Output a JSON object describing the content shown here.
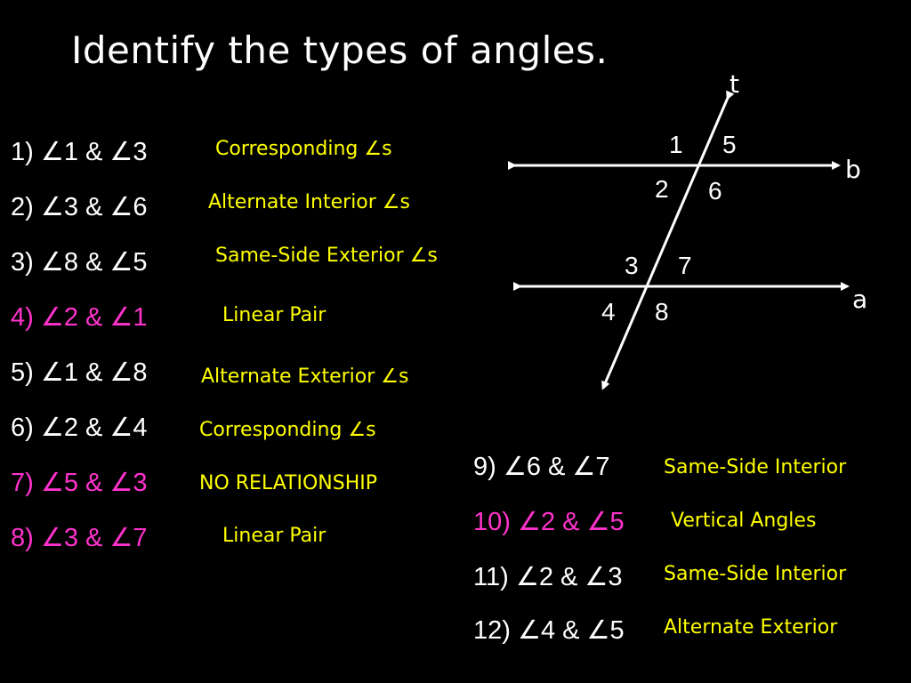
{
  "title": "Identify the types of angles.",
  "colors": {
    "background": "#000000",
    "question_default": "#ffffff",
    "question_highlight": "#ff33cc",
    "answer": "#ffff00"
  },
  "questions": [
    {
      "text": "1)  ∠1 & ∠3",
      "answer": "Corresponding ∠s",
      "highlight": false
    },
    {
      "text": "2)  ∠3 & ∠6",
      "answer": "Alternate Interior ∠s",
      "highlight": false
    },
    {
      "text": "3)  ∠8 & ∠5",
      "answer": "Same-Side Exterior ∠s",
      "highlight": false
    },
    {
      "text": "4)  ∠2 & ∠1",
      "answer": "Linear Pair",
      "highlight": true
    },
    {
      "text": "5)  ∠1 & ∠8",
      "answer": "Alternate Exterior ∠s",
      "highlight": false
    },
    {
      "text": "6)  ∠2 & ∠4",
      "answer": "Corresponding ∠s",
      "highlight": false
    },
    {
      "text": "7)  ∠5 & ∠3",
      "answer": "NO RELATIONSHIP",
      "highlight": true
    },
    {
      "text": "8)  ∠3 & ∠7",
      "answer": "Linear Pair",
      "highlight": true
    },
    {
      "text": "9)  ∠6 & ∠7",
      "answer": "Same-Side Interior",
      "highlight": false
    },
    {
      "text": "10) ∠2 & ∠5",
      "answer": "Vertical Angles",
      "highlight": true
    },
    {
      "text": "11) ∠2 & ∠3",
      "answer": "Same-Side Interior",
      "highlight": false
    },
    {
      "text": "12) ∠4 & ∠5",
      "answer": "Alternate Exterior",
      "highlight": false
    }
  ],
  "diagram": {
    "transversal_label": "t",
    "line_b_label": "b",
    "line_a_label": "a",
    "angle_labels": [
      "1",
      "5",
      "2",
      "6",
      "3",
      "7",
      "4",
      "8"
    ]
  }
}
